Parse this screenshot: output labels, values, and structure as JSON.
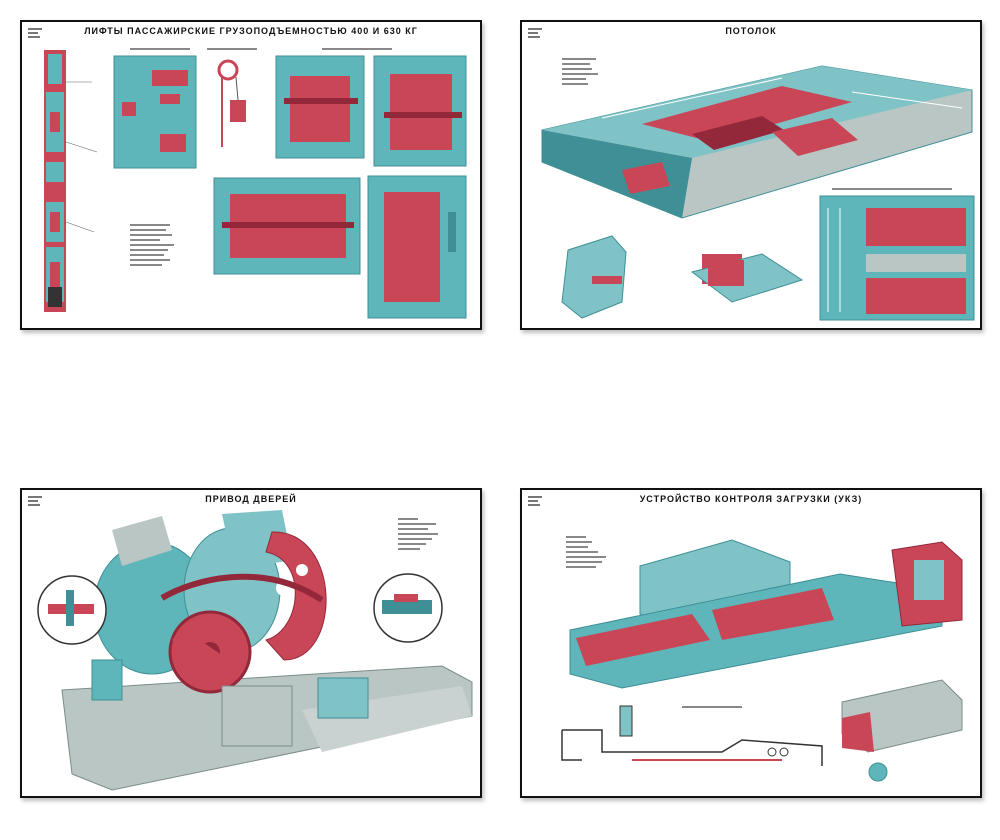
{
  "posters": [
    {
      "title": "ЛИФТЫ ПАССАЖИРСКИЕ ГРУЗОПОДЪЕМНОСТЬЮ 400 И 630 КГ"
    },
    {
      "title": "ПОТОЛОК"
    },
    {
      "title": "ПРИВОД ДВЕРЕЙ"
    },
    {
      "title": "УСТРОЙСТВО КОНТРОЛЯ ЗАГРУЗКИ (УКЗ)"
    }
  ],
  "colors": {
    "teal": "#5fb6ba",
    "teal_dark": "#3f8f96",
    "red": "#c94657",
    "red_dark": "#93283b",
    "grey": "#b9c6c4",
    "frame": "#111111"
  }
}
